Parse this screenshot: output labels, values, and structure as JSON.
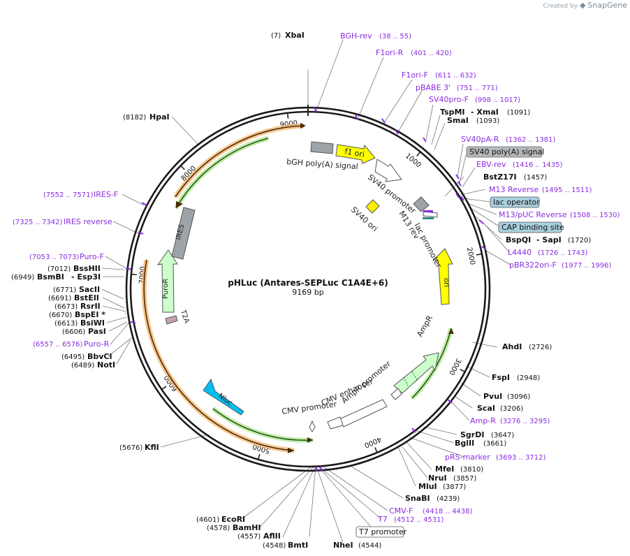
{
  "branding": {
    "created_by": "Created by",
    "brand": "SnapGene"
  },
  "plasmid": {
    "name": "pHLuc (Antares-SEPLuc C1A4E+6)",
    "size": "9169 bp",
    "length": 9169
  },
  "colors": {
    "backbone": "#222222",
    "site": "#000000",
    "primer": "#8a2be2",
    "leader": "#666666"
  },
  "ticks": [
    "1000",
    "2000",
    "3000",
    "4000",
    "5000",
    "6000",
    "7000",
    "8000",
    "9000"
  ],
  "sites": [
    {
      "pos": "(7)",
      "name": "XbaI",
      "extra": ""
    },
    {
      "pos": "(1091)",
      "name": "TspMI",
      "extra": "- XmaI"
    },
    {
      "pos": "(1093)",
      "name": "SmaI",
      "extra": ""
    },
    {
      "pos": "(1457)",
      "name": "BstZ17I",
      "extra": ""
    },
    {
      "pos": "(1720)",
      "name": "BspQI",
      "extra": "- SapI"
    },
    {
      "pos": "(2726)",
      "name": "AhdI",
      "extra": ""
    },
    {
      "pos": "(2948)",
      "name": "FspI",
      "extra": ""
    },
    {
      "pos": "(3096)",
      "name": "PvuI",
      "extra": ""
    },
    {
      "pos": "(3206)",
      "name": "ScaI",
      "extra": ""
    },
    {
      "pos": "(3647)",
      "name": "SgrDI",
      "extra": ""
    },
    {
      "pos": "(3661)",
      "name": "BglII",
      "extra": ""
    },
    {
      "pos": "(3810)",
      "name": "MfeI",
      "extra": ""
    },
    {
      "pos": "(3857)",
      "name": "NruI",
      "extra": ""
    },
    {
      "pos": "(3877)",
      "name": "MluI",
      "extra": ""
    },
    {
      "pos": "(4239)",
      "name": "SnaBI",
      "extra": ""
    },
    {
      "pos": "(4544)",
      "name": "NheI",
      "extra": ""
    },
    {
      "pos": "(4548)",
      "name": "BmtI",
      "extra": ""
    },
    {
      "pos": "(4557)",
      "name": "AflII",
      "extra": ""
    },
    {
      "pos": "(4578)",
      "name": "BamHI",
      "extra": ""
    },
    {
      "pos": "(4601)",
      "name": "EcoRI",
      "extra": ""
    },
    {
      "pos": "(5676)",
      "name": "KflI",
      "extra": ""
    },
    {
      "pos": "(6489)",
      "name": "NotI",
      "extra": ""
    },
    {
      "pos": "(6495)",
      "name": "BbvCI",
      "extra": ""
    },
    {
      "pos": "(6606)",
      "name": "PasI",
      "extra": ""
    },
    {
      "pos": "(6613)",
      "name": "BsiWI",
      "extra": ""
    },
    {
      "pos": "(6670)",
      "name": "BspEI *",
      "extra": ""
    },
    {
      "pos": "(6673)",
      "name": "RsrII",
      "extra": ""
    },
    {
      "pos": "(6691)",
      "name": "BstEII",
      "extra": ""
    },
    {
      "pos": "(6771)",
      "name": "SacII",
      "extra": ""
    },
    {
      "pos": "(6949)",
      "name": "BsmBI",
      "extra": "- Esp3I"
    },
    {
      "pos": "(7012)",
      "name": "BssHII",
      "extra": ""
    },
    {
      "pos": "(8182)",
      "name": "HpaI",
      "extra": ""
    }
  ],
  "primers": [
    {
      "name": "BGH-rev",
      "range": "(38 .. 55)"
    },
    {
      "name": "F1ori-R",
      "range": "(401 .. 420)"
    },
    {
      "name": "F1ori-F",
      "range": "(611 .. 632)"
    },
    {
      "name": "pBABE 3'",
      "range": "(751 .. 771)"
    },
    {
      "name": "SV40pro-F",
      "range": "(998 .. 1017)"
    },
    {
      "name": "SV40pA-R",
      "range": "(1362 .. 1381)"
    },
    {
      "name": "EBV-rev",
      "range": "(1416 .. 1435)"
    },
    {
      "name": "M13 Reverse",
      "range": "(1495 .. 1511)"
    },
    {
      "name": "M13/pUC Reverse",
      "range": "(1508 .. 1530)"
    },
    {
      "name": "L4440",
      "range": "(1726 .. 1743)"
    },
    {
      "name": "pBR322ori-F",
      "range": "(1977 .. 1996)"
    },
    {
      "name": "Amp-R",
      "range": "(3276 .. 3295)"
    },
    {
      "name": "pRS-marker",
      "range": "(3693 .. 3712)"
    },
    {
      "name": "CMV-F",
      "range": "(4418 .. 4438)"
    },
    {
      "name": "T7",
      "range": "(4512 .. 4531)"
    },
    {
      "name": "Puro-R",
      "range": "(6557 .. 6576)"
    },
    {
      "name": "Puro-F",
      "range": "(7053 .. 7073)"
    },
    {
      "name": "IRES reverse",
      "range": "(7325 .. 7342)"
    },
    {
      "name": "IRES-F",
      "range": "(7552 .. 7571)"
    }
  ],
  "boxed_labels": [
    "SV40 poly(A) signal",
    "lac operator",
    "CAP binding site",
    "T7 promoter"
  ],
  "features": [
    "bGH poly(A) signal",
    "f1 ori",
    "SV40 promoter",
    "SV40 ori",
    "M13 rev",
    "lac promoter",
    "ori",
    "AmpR",
    "AmpR promoter",
    "CMV enhancer",
    "CMV promoter",
    "Nluc",
    "PuroR",
    "T2A",
    "IRES"
  ]
}
